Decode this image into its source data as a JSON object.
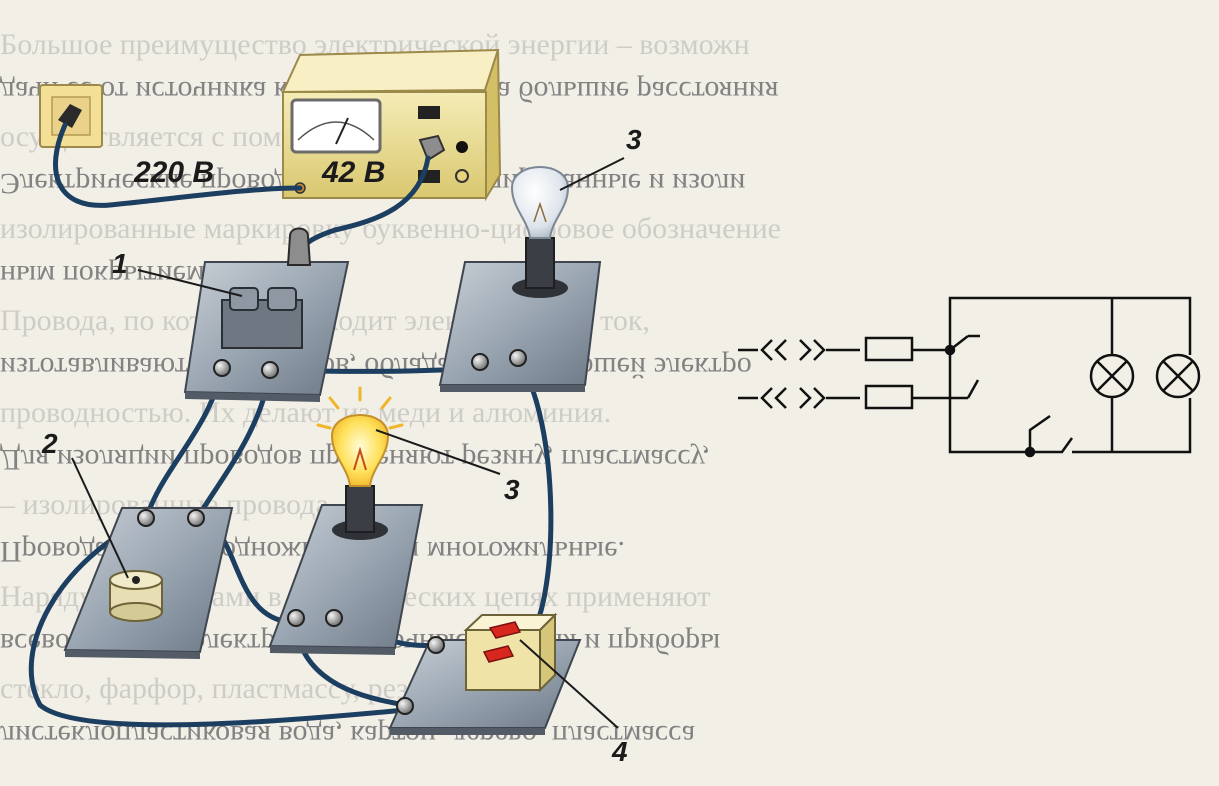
{
  "labels": {
    "voltage_mains": "220 В",
    "voltage_supply": "42 В",
    "n1": "1",
    "n2": "2",
    "n3_top": "3",
    "n3_mid": "3",
    "n4": "4"
  },
  "show_through_text": [
    "Большое преимущество электрической энергии – возможн",
    "дачи её от источника к потребителям на большие расстояния",
    "осуществляется с помощью проводов.",
    "Электрические провода бывают неизолированные и изоли",
    "изолированные маркировку буквенно-цифровое обозначение",
    "ным покрытием.",
    "Провода, по которым проходит электрический ток,",
    "изготавливают из металлов, обладающих хорошей электро",
    "проводностью. Их делают из меди и алюминия.",
    "Для изоляции проводов применяют резину, пластмассу,",
    "– изолированные провода",
    "Провода бывают одножильные и многожильные.",
    "Наряду с проводами в электрических цепях применяют",
    "всевозможные электроустановочные изделия и приборы",
    "стекло, фарфор, пластмассу, резину,",
    "листеклопластиковая вода, картон, дерево, пластмасса"
  ]
}
